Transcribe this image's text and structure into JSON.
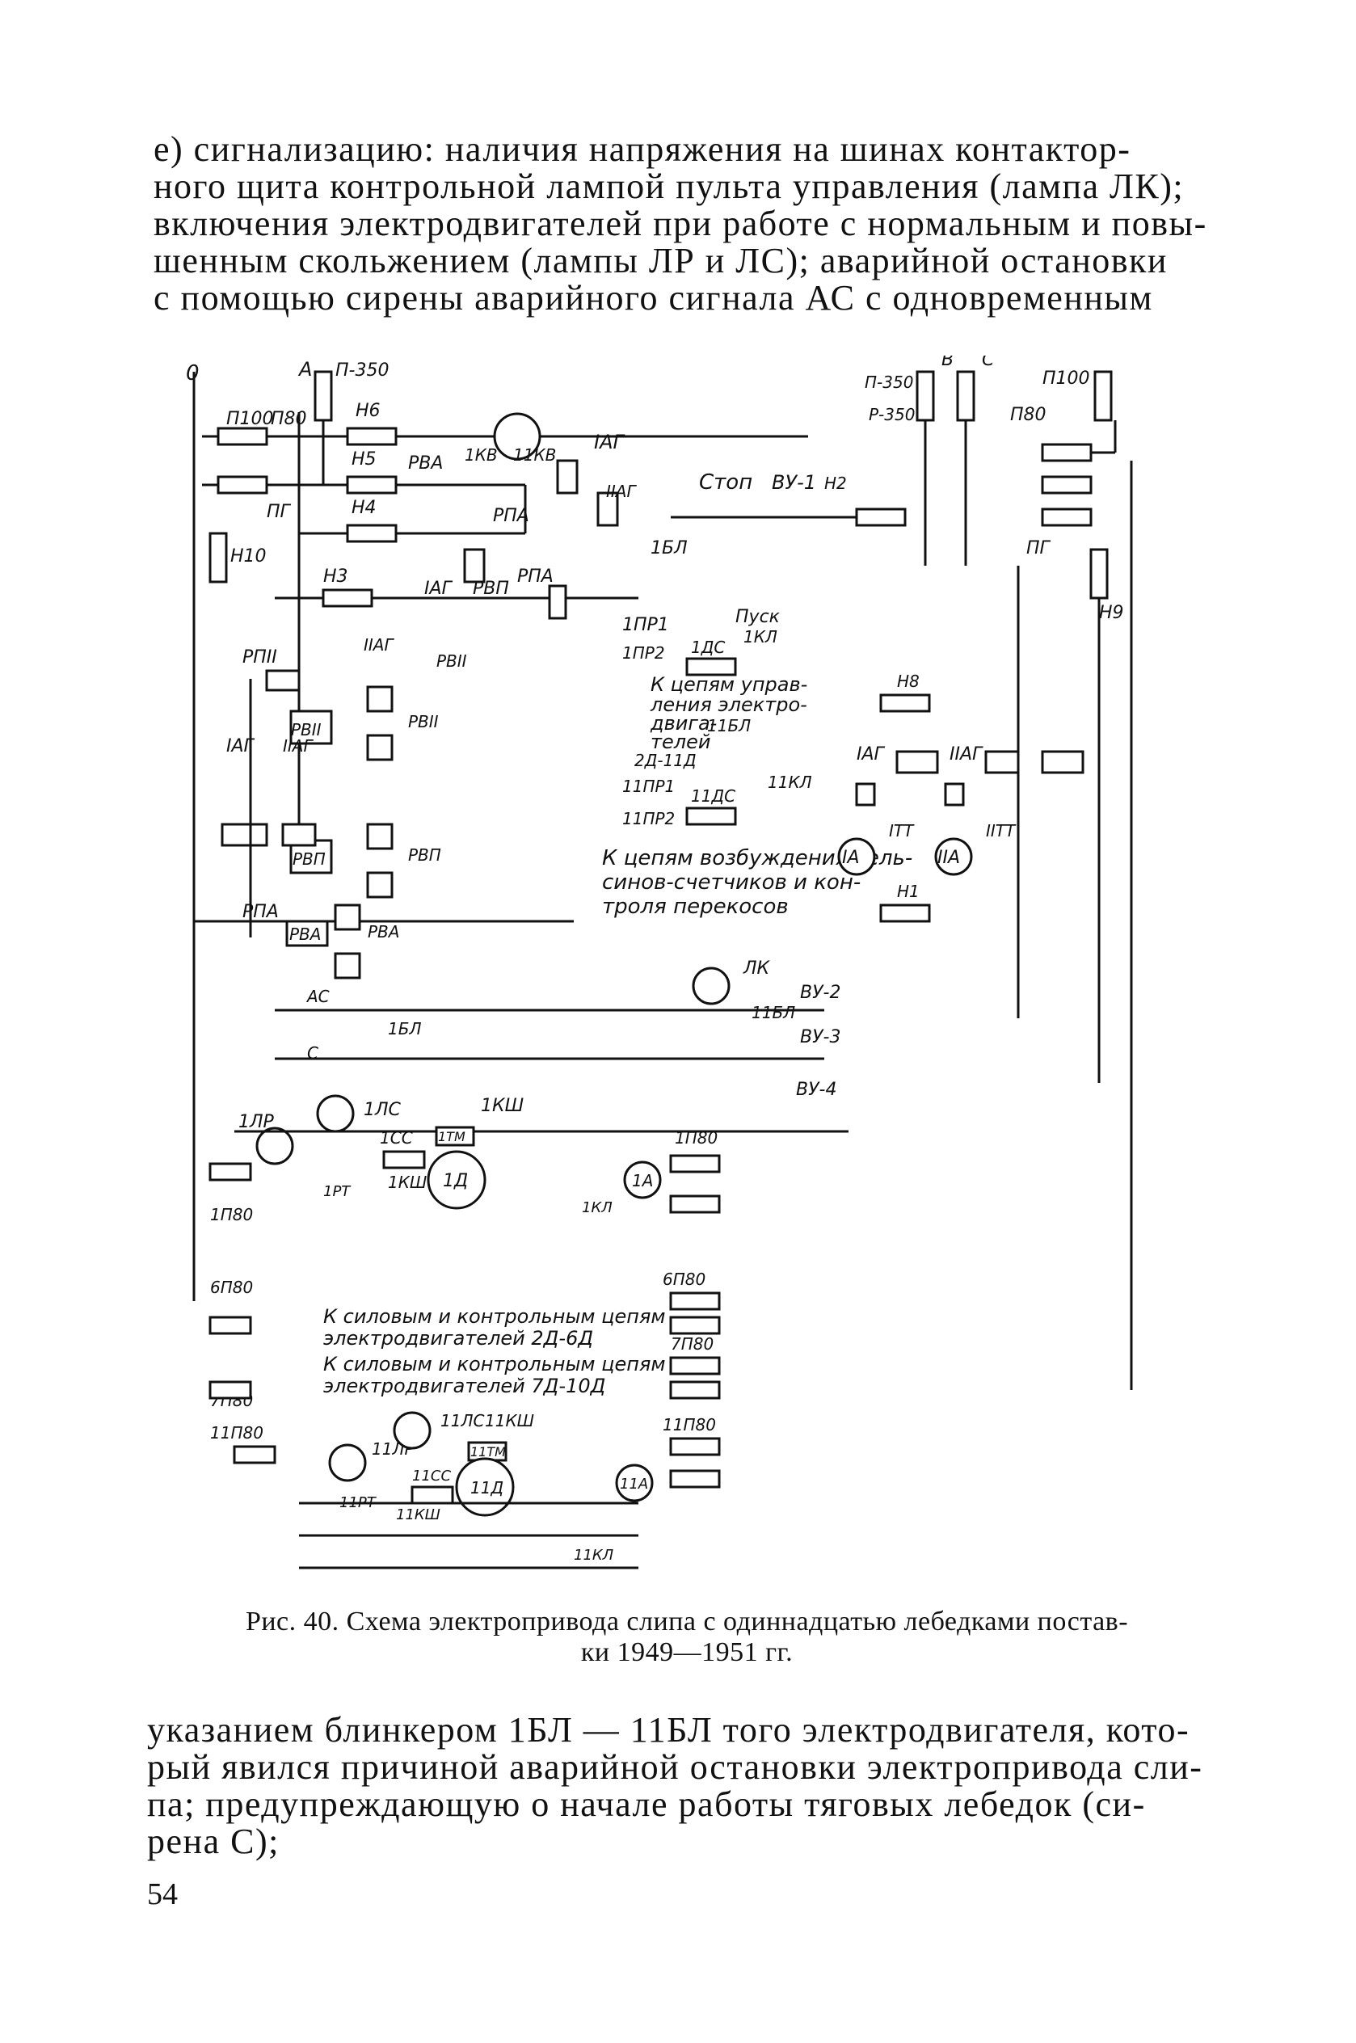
{
  "top_paragraph": {
    "lines": [
      "е) сигнализацию: наличия напряжения на шинах контактор-",
      "ного щита контрольной лампой пульта управления (лампа ЛК);",
      "включения электродвигателей при работе с нормальным и повы-",
      "шенным скольжением (лампы ЛР и ЛС); аварийной остановки",
      "с помощью сирены аварийного сигнала АС с одновременным"
    ]
  },
  "figure": {
    "caption_lines": [
      "Рис. 40. Схема электропривода слипа с одиннадцатью лебедками постав-",
      "ки 1949—1951 гг."
    ],
    "labels": {
      "zero": "0",
      "a": "А",
      "p350_left": "П-350",
      "p100_left": "П100",
      "p80_left": "П80",
      "pg_left": "ПГ",
      "n10": "Н10",
      "n6": "Н6",
      "n5": "Н5",
      "rva": "РВА",
      "kv1": "1КВ",
      "kv11": "11КВ",
      "iag": "IАГ",
      "iiag": "IIАГ",
      "n4": "Н4",
      "rpa": "РПА",
      "stop": "Стоп",
      "vu1": "ВУ-1",
      "n2": "Н2",
      "bl1": "1БЛ",
      "n3": "Н3",
      "rvp": "РВП",
      "pr1_1": "1ПР1",
      "pr1_2": "1ПР2",
      "pusk": "Пуск",
      "kl1": "1КЛ",
      "ds1": "1ДС",
      "rpii": "РПII",
      "rvii": "РВII",
      "control_note": "К цепям управ-",
      "control_note2": "ления электро-",
      "control_note3": "двига-",
      "control_note4": "телей",
      "bl11": "11БЛ",
      "motors_2_11": "2Д-11Д",
      "pr11_1": "11ПР1",
      "pr11_2": "11ПР2",
      "ds11": "11ДС",
      "kl11": "11КЛ",
      "excitation1": "К цепям возбуждения сель-",
      "excitation2": "синов-счетчиков и кон-",
      "excitation3": "троля перекосов",
      "b": "В",
      "c": "С",
      "p350_right": "П-350",
      "r350": "Р-350",
      "p100_right": "П100",
      "p80_right": "П80",
      "pg_right": "ПГ",
      "n9": "Н9",
      "n8": "Н8",
      "n1": "Н1",
      "itt": "IТТ",
      "iitt": "IIТТ",
      "ia": "IА",
      "iia": "IIА",
      "lk": "ЛК",
      "vu2": "ВУ-2",
      "vu3": "ВУ-3",
      "vu4": "ВУ-4",
      "as": "АС",
      "lr1": "1ЛР",
      "ls1": "1ЛС",
      "ksh1": "1КШ",
      "cc1": "1СС",
      "tm1": "1ТМ",
      "d1": "1Д",
      "a1": "1А",
      "rt1": "1РТ",
      "p80_1": "1П80",
      "p80_6": "6П80",
      "p80_7": "7П80",
      "p80_11": "11П80",
      "power_note1": "К силовым и контрольным цепям",
      "power_note2": "электродвигателей 2Д-6Д",
      "power_note3": "К силовым и контрольным цепям",
      "power_note4": "электродвигателей 7Д-10Д",
      "lr11": "11ЛР",
      "ls11": "11ЛС",
      "ksh11": "11КШ",
      "cc11": "11СС",
      "tm11": "11ТМ",
      "d11": "11Д",
      "a11": "11А",
      "rt11": "11РТ"
    }
  },
  "bottom_paragraph": {
    "lines": [
      "указанием блинкером 1БЛ — 11БЛ того электродвигателя, кото-",
      "рый явился причиной аварийной остановки электропривода сли-",
      "па; предупреждающую о начале работы тяговых лебедок (си-",
      "рена С);"
    ]
  },
  "page_number": "54"
}
